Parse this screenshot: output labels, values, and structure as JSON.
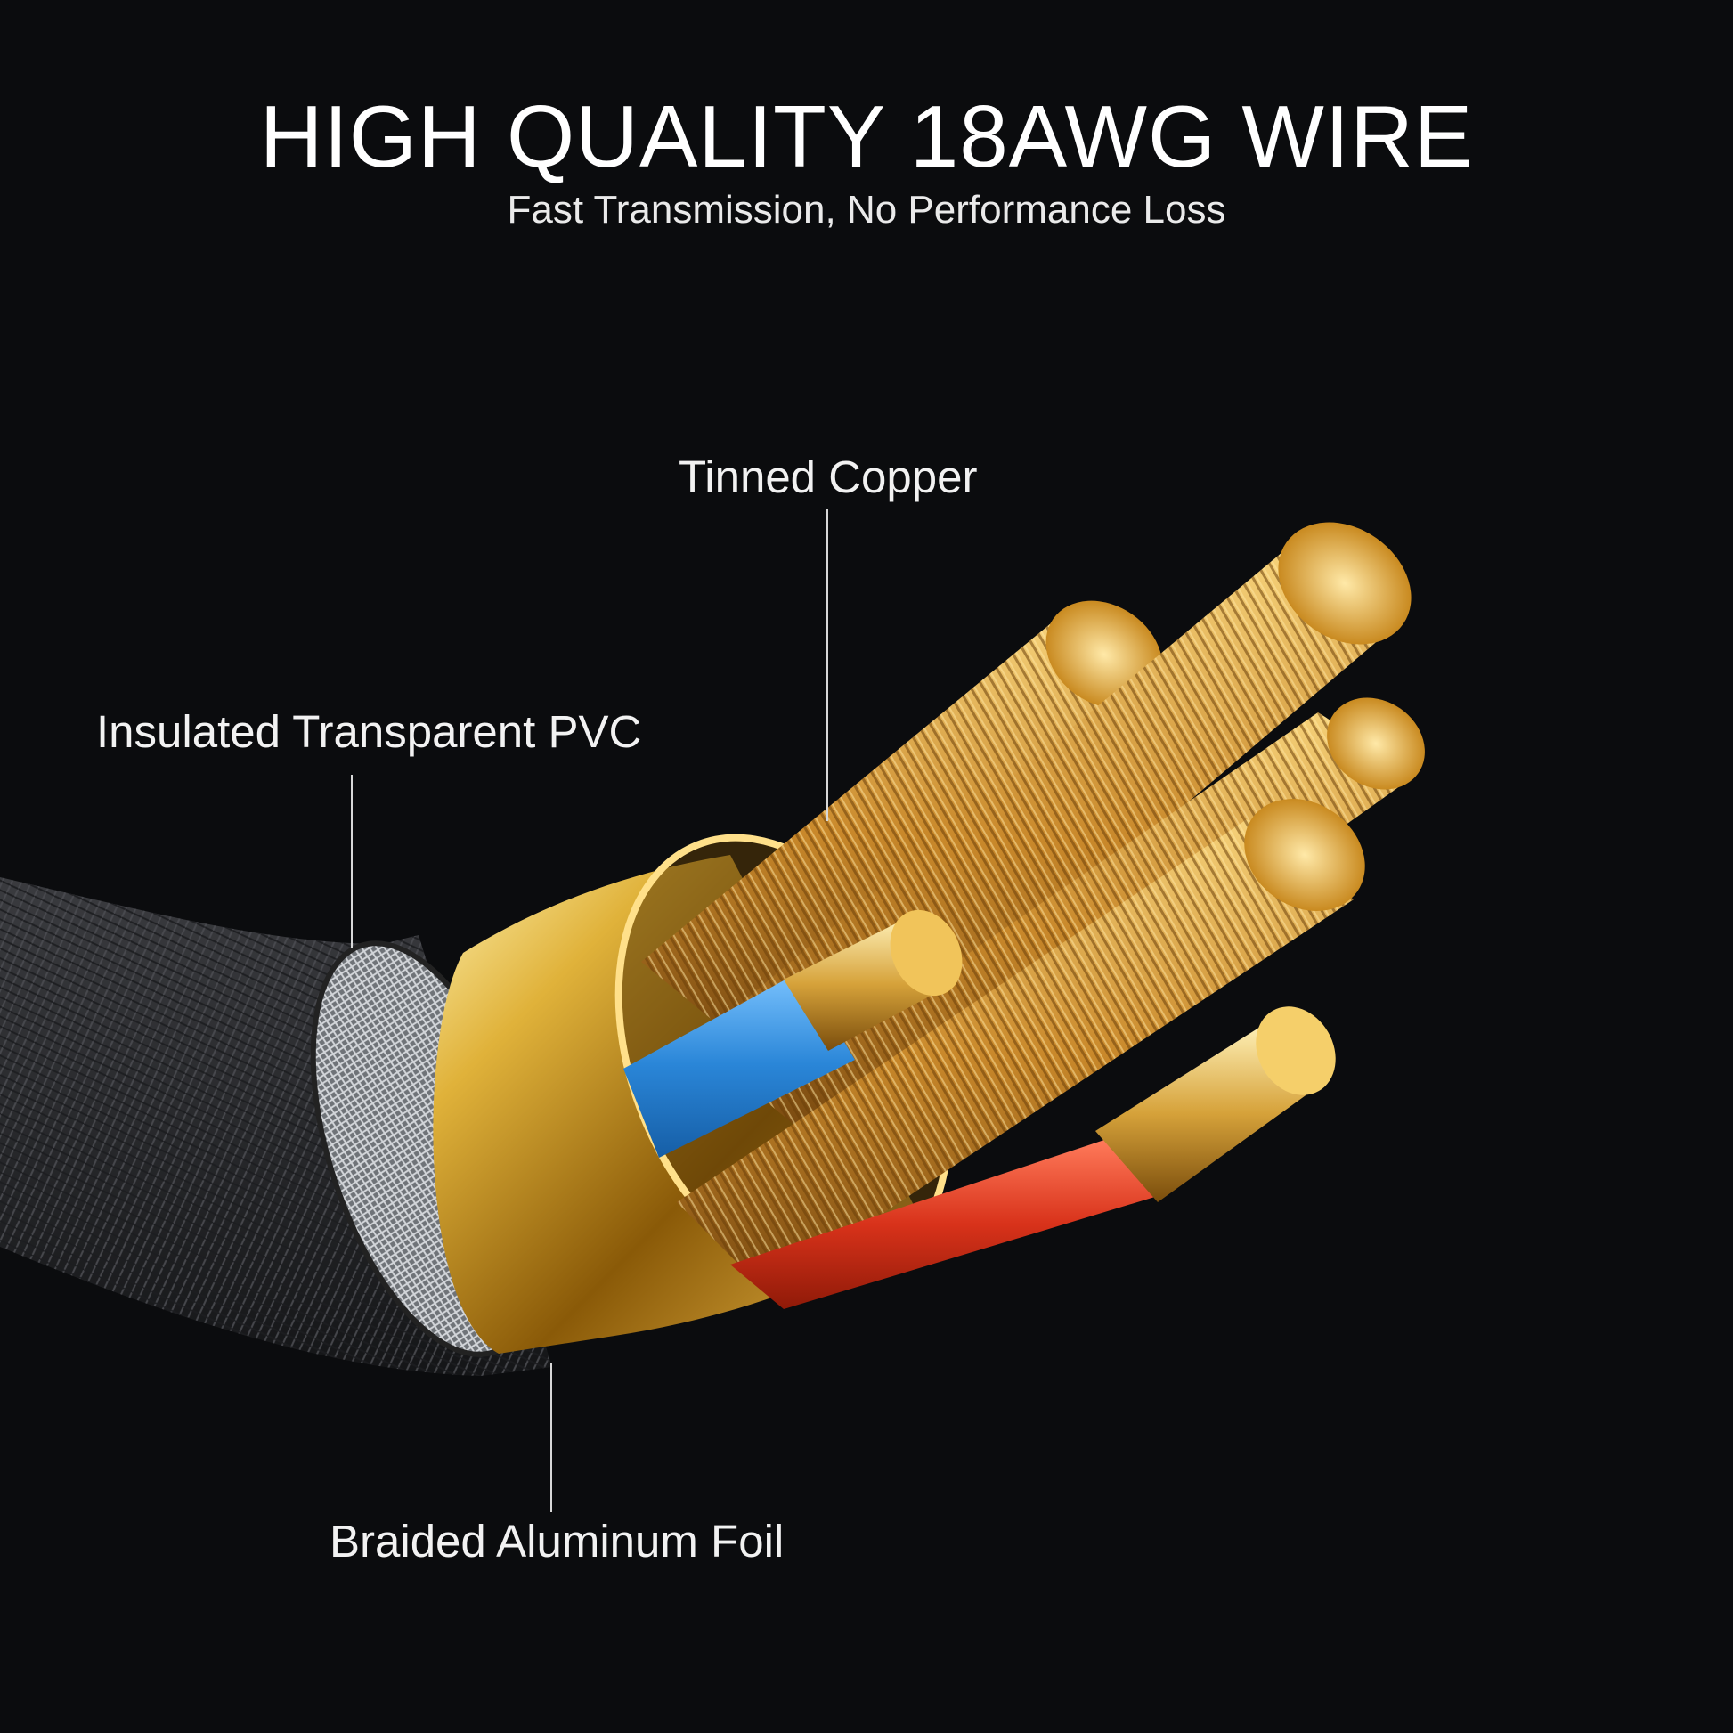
{
  "headline": "HIGH QUALITY 18AWG WIRE",
  "subheadline": "Fast Transmission, No Performance Loss",
  "callouts": {
    "tinned_copper": "Tinned Copper",
    "insulated_pvc": "Insulated Transparent PVC",
    "braided_foil": "Braided Aluminum Foil"
  },
  "colors": {
    "background": "#0b0c0e",
    "copper": "#d9a441",
    "blue_insulation": "#3a96e6",
    "red_insulation": "#d8321a",
    "gold_shell": "#c9921f",
    "braid_silver": "#9a9ea3",
    "jacket": "#2a2b2e"
  }
}
